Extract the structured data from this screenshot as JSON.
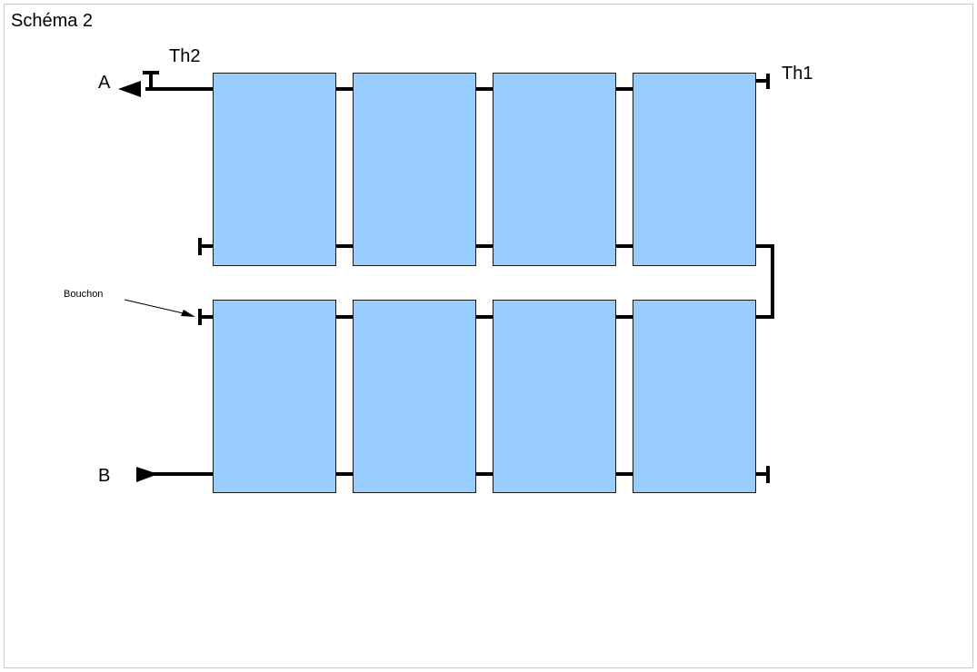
{
  "title": "Schéma 2",
  "labels": {
    "th1": "Th1",
    "th2": "Th2",
    "a": "A",
    "b": "B",
    "bouchon": "Bouchon"
  },
  "colors": {
    "panel_fill": "#99ccff",
    "frame": "#c8c8c8",
    "line": "#000000"
  }
}
